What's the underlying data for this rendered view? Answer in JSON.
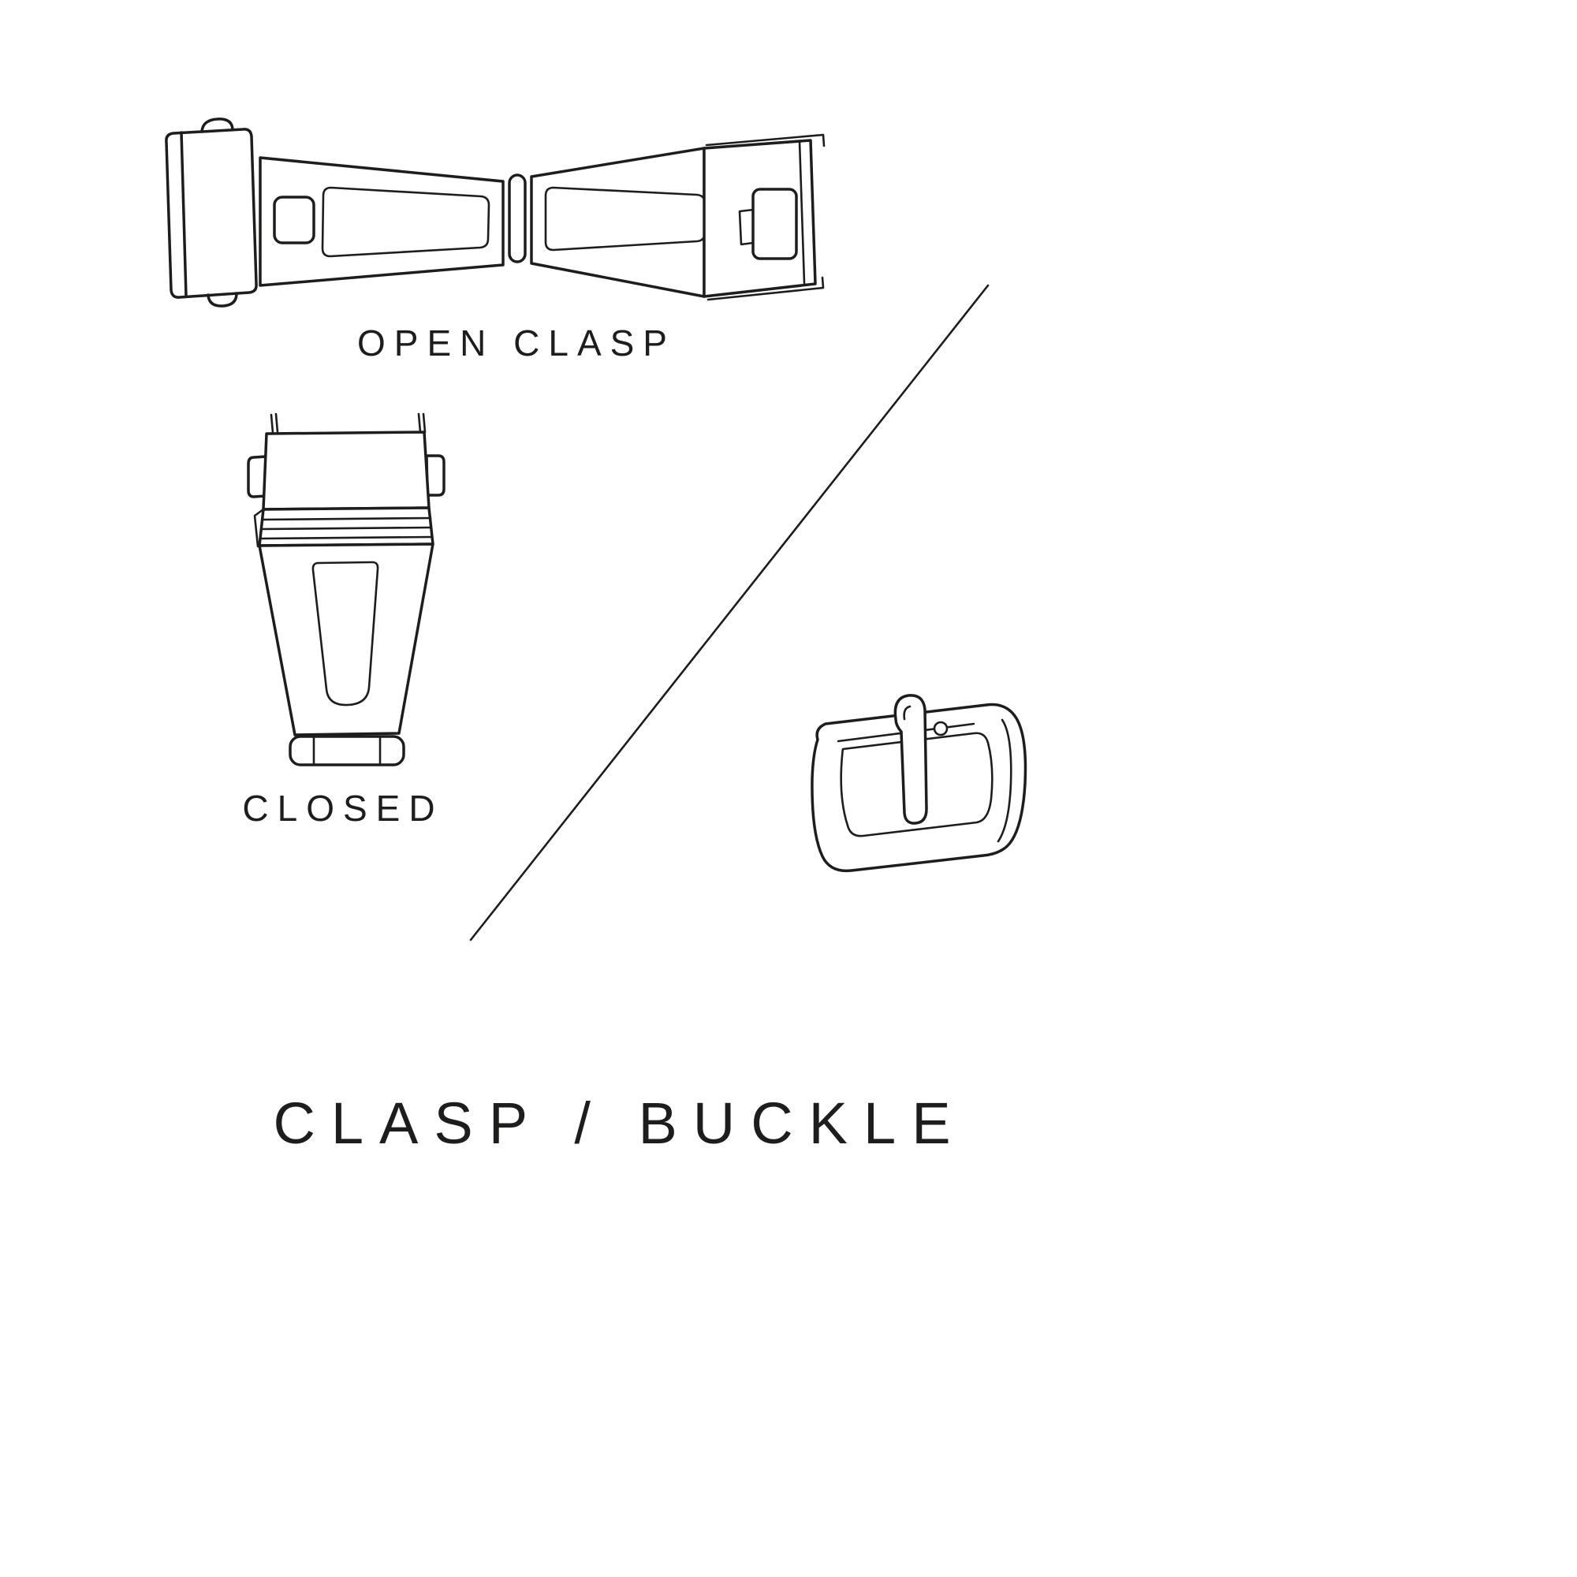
{
  "page": {
    "background": "#ffffff",
    "line_color": "#1d1d1b"
  },
  "diagram": {
    "title": "CLASP / BUCKLE",
    "sections": {
      "open_clasp": {
        "label": "OPEN CLASP"
      },
      "closed_clasp": {
        "label": "CLOSED"
      },
      "buckle": {
        "label": ""
      }
    }
  }
}
